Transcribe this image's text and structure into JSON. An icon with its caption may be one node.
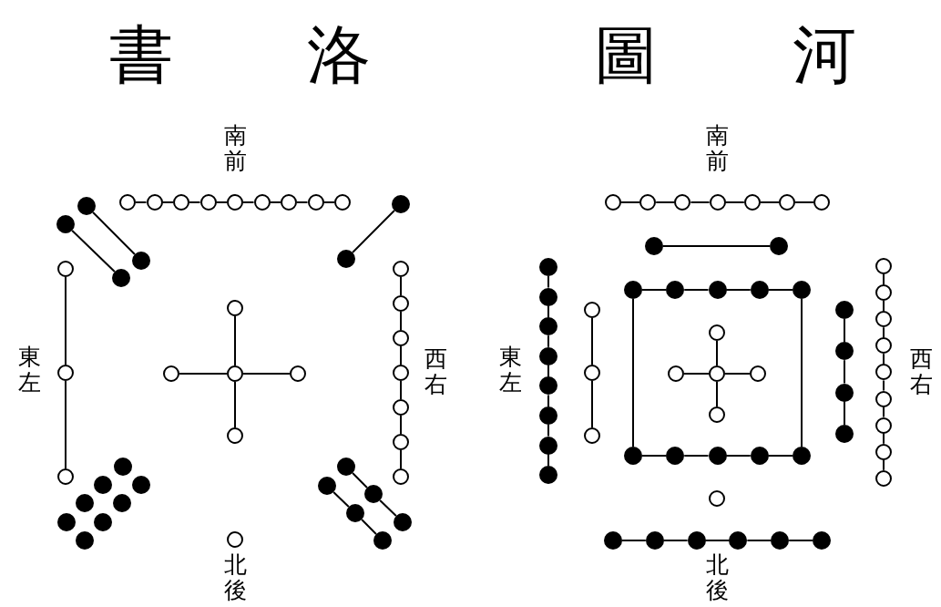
{
  "diagram": {
    "nodes": [
      {
        "text": [],
        "shape": "circle"
      },
      {
        "text": [],
        "shape": "circle"
      },
      {
        "text": [],
        "shape": "circle"
      },
      {
        "text": [],
        "shape": "circle"
      },
      {
        "text": [],
        "shape": "circle"
      },
      {
        "text": [],
        "shape": "circle"
      },
      {
        "text": [],
        "shape": "circle"
      },
      {
        "text": [],
        "shape": "circle"
      },
      {
        "text": [],
        "shape": "circle"
      },
      {
        "text": [],
        "shape": "dot"
      },
      {
        "text": [],
        "shape": "dot"
      },
      {
        "text": [],
        "shape": "dot"
      },
      {
        "text": [],
        "shape": "dot"
      },
      {
        "text": [],
        "shape": "dot"
      },
      {
        "text": [],
        "shape": "dot"
      },
      {
        "text": [],
        "shape": "circle"
      },
      {
        "text": [],
        "shape": "circle"
      },
      {
        "text": [],
        "shape": "circle"
      },
      {
        "text": [],
        "shape": "circle"
      },
      {
        "text": [],
        "shape": "circle"
      },
      {
        "text": [],
        "shape": "circle"
      },
      {
        "text": [],
        "shape": "circle"
      },
      {
        "text": [],
        "shape": "circle"
      },
      {
        "text": [],
        "shape": "circle"
      },
      {
        "text": [],
        "shape": "circle"
      },
      {
        "text": [],
        "shape": "circle"
      },
      {
        "text": [],
        "shape": "circle"
      },
      {
        "text": [],
        "shape": "circle"
      },
      {
        "text": [],
        "shape": "circle"
      },
      {
        "text": [],
        "shape": "circle"
      },
      {
        "text": [],
        "shape": "dot"
      },
      {
        "text": [],
        "shape": "dot"
      },
      {
        "text": [],
        "shape": "dot"
      },
      {
        "text": [],
        "shape": "dot"
      },
      {
        "text": [],
        "shape": "dot"
      },
      {
        "text": [],
        "shape": "dot"
      },
      {
        "text": [],
        "shape": "dot"
      },
      {
        "text": [],
        "shape": "dot"
      },
      {
        "text": [],
        "shape": "dot"
      },
      {
        "text": [],
        "shape": "dot"
      },
      {
        "text": [],
        "shape": "dot"
      },
      {
        "text": [],
        "shape": "dot"
      },
      {
        "text": [],
        "shape": "dot"
      },
      {
        "text": [],
        "shape": "dot"
      },
      {
        "text": [],
        "shape": "circle"
      },
      {
        "text": [],
        "shape": "circle"
      },
      {
        "text": [],
        "shape": "circle"
      },
      {
        "text": [],
        "shape": "circle"
      },
      {
        "text": [],
        "shape": "circle"
      },
      {
        "text": [],
        "shape": "circle"
      },
      {
        "text": [],
        "shape": "circle"
      },
      {
        "text": [],
        "shape": "circle"
      },
      {
        "text": [],
        "shape": "dot"
      },
      {
        "text": [],
        "shape": "dot"
      },
      {
        "text": [],
        "shape": "dot"
      },
      {
        "text": [],
        "shape": "dot"
      },
      {
        "text": [],
        "shape": "dot"
      },
      {
        "text": [],
        "shape": "dot"
      },
      {
        "text": [],
        "shape": "dot"
      },
      {
        "text": [],
        "shape": "dot"
      },
      {
        "text": [],
        "shape": "dot"
      },
      {
        "text": [],
        "shape": "dot"
      },
      {
        "text": [],
        "shape": "circle"
      },
      {
        "text": [],
        "shape": "circle"
      },
      {
        "text": [],
        "shape": "circle"
      },
      {
        "text": [],
        "shape": "dot"
      },
      {
        "text": [],
        "shape": "dot"
      },
      {
        "text": [],
        "shape": "dot"
      },
      {
        "text": [],
        "shape": "dot"
      },
      {
        "text": [],
        "shape": "dot"
      },
      {
        "text": [],
        "shape": "circle"
      },
      {
        "text": [],
        "shape": "circle"
      },
      {
        "text": [],
        "shape": "circle"
      },
      {
        "text": [],
        "shape": "circle"
      },
      {
        "text": [],
        "shape": "circle"
      },
      {
        "text": [],
        "shape": "dot"
      },
      {
        "text": [],
        "shape": "dot"
      },
      {
        "text": [],
        "shape": "dot"
      },
      {
        "text": [],
        "shape": "dot"
      },
      {
        "text": [],
        "shape": "circle"
      },
      {
        "text": [],
        "shape": "circle"
      },
      {
        "text": [],
        "shape": "circle"
      },
      {
        "text": [],
        "shape": "circle"
      },
      {
        "text": [],
        "shape": "circle"
      },
      {
        "text": [],
        "shape": "circle"
      },
      {
        "text": [],
        "shape": "circle"
      },
      {
        "text": [],
        "shape": "circle"
      },
      {
        "text": [],
        "shape": "circle"
      },
      {
        "text": [],
        "shape": "dot"
      },
      {
        "text": [],
        "shape": "dot"
      },
      {
        "text": [],
        "shape": "dot"
      },
      {
        "text": [],
        "shape": "dot"
      },
      {
        "text": [],
        "shape": "dot"
      },
      {
        "text": [],
        "shape": "circle"
      },
      {
        "text": [],
        "shape": "dot"
      },
      {
        "text": [],
        "shape": "dot"
      },
      {
        "text": [],
        "shape": "dot"
      },
      {
        "text": [],
        "shape": "dot"
      },
      {
        "text": [],
        "shape": "dot"
      },
      {
        "text": [],
        "shape": "dot"
      }
    ],
    "edges": [
      {
        "from": 0,
        "to": 1,
        "arrow": "none"
      },
      {
        "from": 1,
        "to": 2,
        "arrow": "none"
      },
      {
        "from": 2,
        "to": 3,
        "arrow": "none"
      },
      {
        "from": 3,
        "to": 4,
        "arrow": "none"
      },
      {
        "from": 4,
        "to": 5,
        "arrow": "none"
      },
      {
        "from": 5,
        "to": 6,
        "arrow": "none"
      },
      {
        "from": 6,
        "to": 7,
        "arrow": "none"
      },
      {
        "from": 7,
        "to": 8,
        "arrow": "none"
      },
      {
        "from": 9,
        "to": 11,
        "arrow": "none"
      },
      {
        "from": 10,
        "to": 12,
        "arrow": "none"
      },
      {
        "from": 13,
        "to": 14,
        "arrow": "none"
      },
      {
        "from": 15,
        "to": 16,
        "arrow": "none"
      },
      {
        "from": 16,
        "to": 17,
        "arrow": "none"
      },
      {
        "from": 18,
        "to": 19,
        "arrow": "none"
      },
      {
        "from": 18,
        "to": 20,
        "arrow": "none"
      },
      {
        "from": 18,
        "to": 21,
        "arrow": "none"
      },
      {
        "from": 18,
        "to": 22,
        "arrow": "none"
      },
      {
        "from": 23,
        "to": 24,
        "arrow": "none"
      },
      {
        "from": 24,
        "to": 25,
        "arrow": "none"
      },
      {
        "from": 25,
        "to": 26,
        "arrow": "none"
      },
      {
        "from": 26,
        "to": 27,
        "arrow": "none"
      },
      {
        "from": 27,
        "to": 28,
        "arrow": "none"
      },
      {
        "from": 28,
        "to": 29,
        "arrow": "none"
      },
      {
        "from": 38,
        "to": 40,
        "arrow": "none"
      },
      {
        "from": 40,
        "to": 42,
        "arrow": "none"
      },
      {
        "from": 39,
        "to": 41,
        "arrow": "none"
      },
      {
        "from": 41,
        "to": 43,
        "arrow": "none"
      },
      {
        "from": 45,
        "to": 46,
        "arrow": "none"
      },
      {
        "from": 46,
        "to": 47,
        "arrow": "none"
      },
      {
        "from": 47,
        "to": 48,
        "arrow": "none"
      },
      {
        "from": 48,
        "to": 49,
        "arrow": "none"
      },
      {
        "from": 49,
        "to": 50,
        "arrow": "none"
      },
      {
        "from": 50,
        "to": 51,
        "arrow": "none"
      },
      {
        "from": 52,
        "to": 53,
        "arrow": "none"
      },
      {
        "from": 54,
        "to": 55,
        "arrow": "none"
      },
      {
        "from": 55,
        "to": 56,
        "arrow": "none"
      },
      {
        "from": 56,
        "to": 57,
        "arrow": "none"
      },
      {
        "from": 57,
        "to": 58,
        "arrow": "none"
      },
      {
        "from": 58,
        "to": 59,
        "arrow": "none"
      },
      {
        "from": 59,
        "to": 60,
        "arrow": "none"
      },
      {
        "from": 60,
        "to": 61,
        "arrow": "none"
      },
      {
        "from": 62,
        "to": 63,
        "arrow": "none"
      },
      {
        "from": 63,
        "to": 64,
        "arrow": "none"
      },
      {
        "from": 65,
        "to": 66,
        "arrow": "none"
      },
      {
        "from": 66,
        "to": 67,
        "arrow": "none"
      },
      {
        "from": 67,
        "to": 68,
        "arrow": "none"
      },
      {
        "from": 68,
        "to": 69,
        "arrow": "none"
      },
      {
        "from": 88,
        "to": 89,
        "arrow": "none"
      },
      {
        "from": 89,
        "to": 90,
        "arrow": "none"
      },
      {
        "from": 90,
        "to": 91,
        "arrow": "none"
      },
      {
        "from": 91,
        "to": 92,
        "arrow": "none"
      },
      {
        "from": 65,
        "to": 88,
        "arrow": "none"
      },
      {
        "from": 69,
        "to": 92,
        "arrow": "none"
      },
      {
        "from": 70,
        "to": 71,
        "arrow": "none"
      },
      {
        "from": 70,
        "to": 72,
        "arrow": "none"
      },
      {
        "from": 70,
        "to": 73,
        "arrow": "none"
      },
      {
        "from": 70,
        "to": 74,
        "arrow": "none"
      },
      {
        "from": 75,
        "to": 76,
        "arrow": "none"
      },
      {
        "from": 76,
        "to": 77,
        "arrow": "none"
      },
      {
        "from": 77,
        "to": 78,
        "arrow": "none"
      },
      {
        "from": 79,
        "to": 80,
        "arrow": "none"
      },
      {
        "from": 80,
        "to": 81,
        "arrow": "none"
      },
      {
        "from": 81,
        "to": 82,
        "arrow": "none"
      },
      {
        "from": 82,
        "to": 83,
        "arrow": "none"
      },
      {
        "from": 83,
        "to": 84,
        "arrow": "none"
      },
      {
        "from": 84,
        "to": 85,
        "arrow": "none"
      },
      {
        "from": 85,
        "to": 86,
        "arrow": "none"
      },
      {
        "from": 86,
        "to": 87,
        "arrow": "none"
      },
      {
        "from": 94,
        "to": 95,
        "arrow": "none"
      },
      {
        "from": 95,
        "to": 96,
        "arrow": "none"
      },
      {
        "from": 96,
        "to": 97,
        "arrow": "none"
      },
      {
        "from": 97,
        "to": 98,
        "arrow": "none"
      },
      {
        "from": 98,
        "to": 99,
        "arrow": "none"
      }
    ],
    "labels": [
      "書",
      "洛",
      "圖",
      "河",
      "南前",
      "南前",
      "東左",
      "西右",
      "東左",
      "西右",
      "北後",
      "北後"
    ]
  }
}
